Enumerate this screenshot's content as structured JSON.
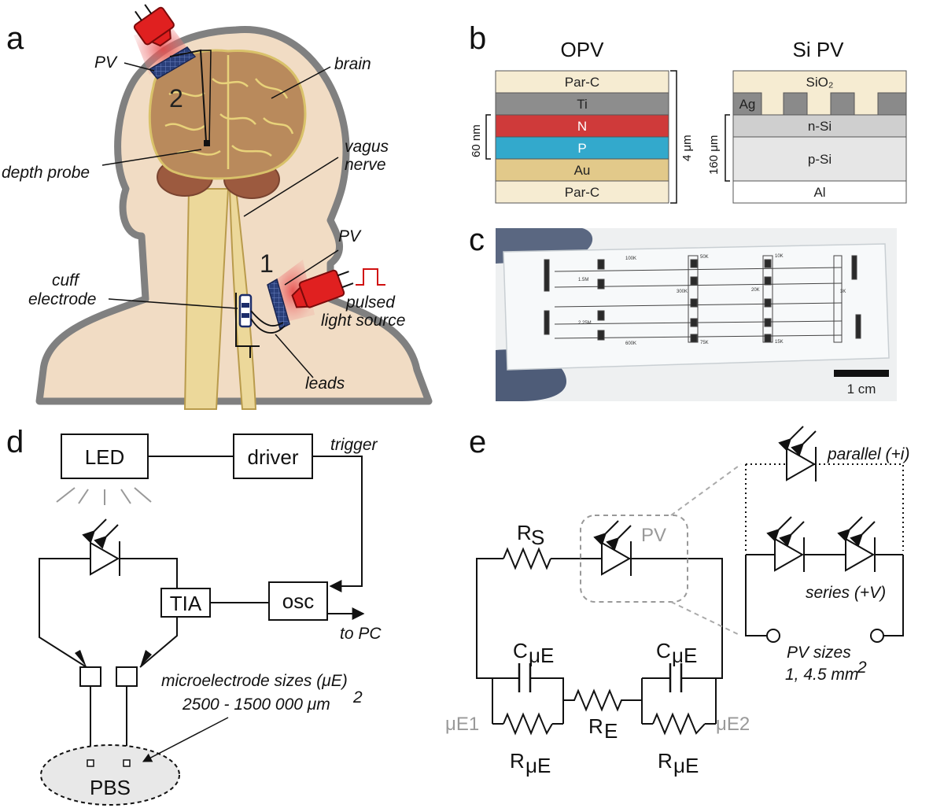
{
  "panels": {
    "a": "a",
    "b": "b",
    "c": "c",
    "d": "d",
    "e": "e"
  },
  "panel_a": {
    "pv_top": "PV",
    "brain": "brain",
    "num2": "2",
    "depth_probe": "depth probe",
    "vagus_line1": "vagus",
    "vagus_line2": "nerve",
    "pv_neck": "PV",
    "num1": "1",
    "cuff_line1": "cuff",
    "cuff_line2": "electrode",
    "pulsed_line1": "pulsed",
    "pulsed_line2": "light source",
    "leads": "leads"
  },
  "panel_b": {
    "opv_title": "OPV",
    "si_title": "Si PV",
    "opv_layers": [
      "Par-C",
      "Ti",
      "N",
      "P",
      "Au",
      "Par-C"
    ],
    "si_layers": [
      "SiO₂",
      "n-Si",
      "p-Si",
      "Al"
    ],
    "ag": "Ag",
    "dim_60nm": "60 nm",
    "dim_4um": "4 μm",
    "dim_160um": "160 μm",
    "colors": {
      "parc": "#f6ecd2",
      "ti": "#8d8d8d",
      "n": "#cf3a3a",
      "p": "#33a9cc",
      "au": "#e2c98a",
      "sio2": "#f6ecd2",
      "ag": "#8a8a8a",
      "nsi": "#cfcfcf",
      "psi": "#e6e6e6",
      "al": "#ffffff"
    }
  },
  "panel_c": {
    "scale": "1 cm",
    "chip_labels": [
      "100K",
      "50K",
      "10K",
      "1.5M",
      "300K",
      "20K",
      "2.25M",
      "600K",
      "75K",
      "15K",
      "3K"
    ]
  },
  "panel_d": {
    "led": "LED",
    "driver": "driver",
    "trigger": "trigger",
    "tia": "TIA",
    "osc": "osc",
    "to_pc": "to PC",
    "ue_line1": "microelectrode sizes (μE)",
    "ue_line2": "2500 - 1500 000 μm",
    "ue_sup": "2",
    "pbs": "PBS"
  },
  "panel_e": {
    "rs": "R",
    "rs_sub": "S",
    "pv": "PV",
    "cue1": "C",
    "cue1_sub": "μE",
    "cue2": "C",
    "cue2_sub": "μE",
    "re": "R",
    "re_sub": "E",
    "rue1": "R",
    "rue1_sub": "μE",
    "rue2": "R",
    "rue2_sub": "μE",
    "ue1": "μE1",
    "ue2": "μE2",
    "parallel": "parallel (+i)",
    "series": "series (+V)",
    "sizes_line1": "PV sizes",
    "sizes_line2": "1, 4.5 mm",
    "sizes_sup": "2"
  }
}
